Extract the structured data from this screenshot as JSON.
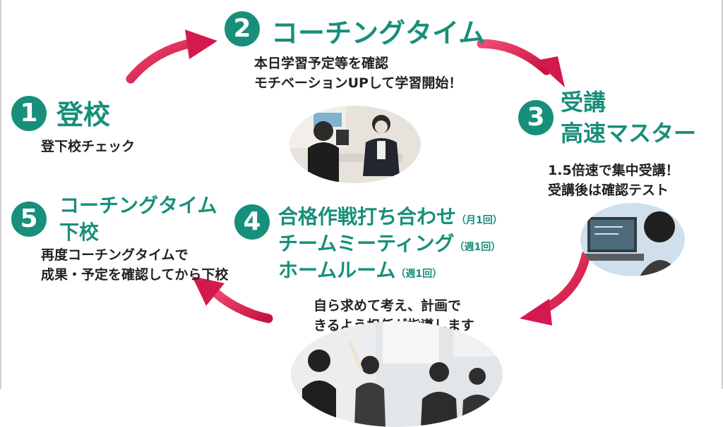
{
  "colors": {
    "accent": "#178f7a",
    "arrow": "#d4194f",
    "text": "#222222"
  },
  "step1": {
    "number": "1",
    "title": "登校",
    "desc": "登下校チェック"
  },
  "step2": {
    "number": "2",
    "title": "コーチングタイム",
    "desc_line1": "本日学習予定等を確認",
    "desc_line2": "モチベーションUPして学習開始！"
  },
  "step3": {
    "number": "3",
    "title_line1": "受講",
    "title_line2": "高速マスター",
    "desc_line1": "1.5倍速で集中受講！",
    "desc_line2": "受講後は確認テスト"
  },
  "step4": {
    "number": "4",
    "items": [
      {
        "label": "合格作戦打ち合わせ",
        "freq": "（月1回）"
      },
      {
        "label": "チームミーティング",
        "freq": "（週1回）"
      },
      {
        "label": "ホームルーム",
        "freq": "（週1回）"
      }
    ],
    "desc_line1": "自ら求めて考え、計画で",
    "desc_line2": "きるよう担任が指導します"
  },
  "step5": {
    "number": "5",
    "title_line1": "コーチングタイム",
    "title_line2": "下校",
    "desc_line1": "再度コーチングタイムで",
    "desc_line2": "成果・予定を確認してから下校"
  }
}
